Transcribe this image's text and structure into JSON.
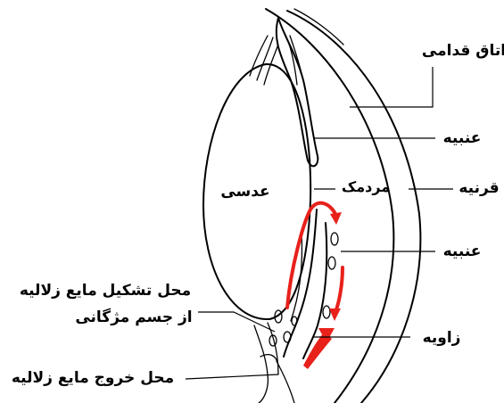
{
  "labels": {
    "anterior_chamber": "اتاق قدامی",
    "iris_top": "عنبیه",
    "cornea": "قرنیه",
    "lens": "عدسی",
    "pupil": "مردمک",
    "iris_mid": "عنبیه",
    "formation_line1": "محل تشکیل مایع زلالیه",
    "formation_line2": "از جسم مژگانی",
    "angle": "زاویه",
    "outflow": "محل خروج مایع زلالیه"
  },
  "colors": {
    "flow_arrow": "#e8211b",
    "outline": "#000000",
    "background": "#ffffff"
  }
}
